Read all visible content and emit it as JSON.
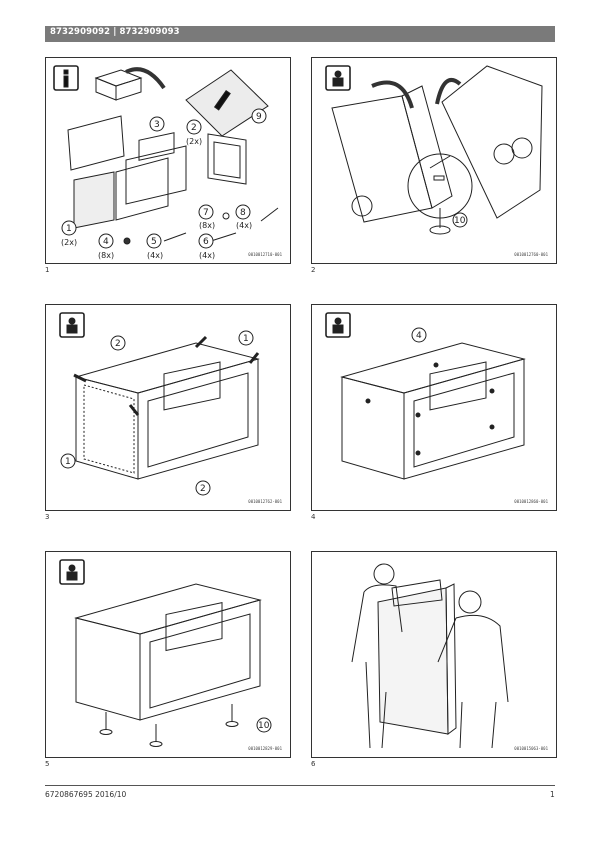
{
  "header": {
    "title": "8732909092 | 8732909093"
  },
  "panels": [
    {
      "number": "1",
      "code": "0010012710-001",
      "callouts": [
        "1",
        "2",
        "3",
        "4",
        "5",
        "6",
        "7",
        "8",
        "9"
      ],
      "quantities": {
        "q1": "(2x)",
        "q2": "(2x)",
        "q4": "(8x)",
        "q5": "(4x)",
        "q6": "(4x)",
        "q7": "(8x)",
        "q8": "(4x)"
      }
    },
    {
      "number": "2",
      "code": "0010012760-001",
      "callouts": [
        "10"
      ]
    },
    {
      "number": "3",
      "code": "0010012762-001",
      "callouts": [
        "2",
        "1",
        "1",
        "2"
      ]
    },
    {
      "number": "4",
      "code": "0010012860-001",
      "callouts": [
        "4"
      ]
    },
    {
      "number": "5",
      "code": "0010012829-001",
      "callouts": [
        "10"
      ]
    },
    {
      "number": "6",
      "code": "0010015063-001"
    }
  ],
  "footer": {
    "doc": "6720867695 2016/10",
    "page": "1"
  },
  "icons": {
    "info": "info-icon",
    "tool": "installer-icon"
  }
}
